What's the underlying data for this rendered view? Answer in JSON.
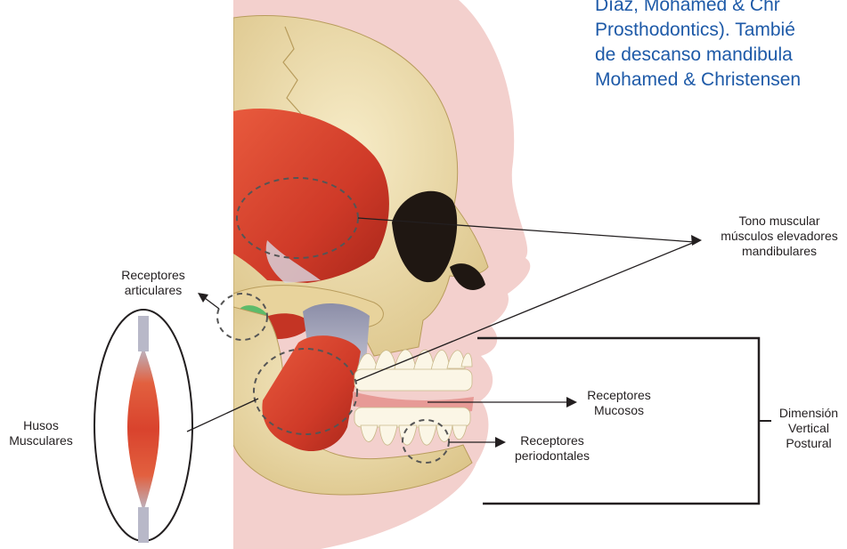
{
  "top_text": {
    "lines": [
      "Díaz, Mohamed & Chr",
      "Prosthodontics). Tambié",
      "de descanso mandibula",
      "Mohamed & Christensen"
    ]
  },
  "labels": {
    "tono": [
      "Tono muscular",
      "músculos elevadores",
      "mandibulares"
    ],
    "articulares": [
      "Receptores",
      "articulares"
    ],
    "husos": [
      "Husos",
      "Musculares"
    ],
    "mucosos": [
      "Receptores",
      "Mucosos"
    ],
    "periodontales": [
      "Receptores",
      "periodontales"
    ],
    "dimension": [
      "Dimensión",
      "Vertical",
      "Postural"
    ]
  },
  "colors": {
    "skin": "#f3d0cd",
    "bone": "#efdfb0",
    "muscle": "#d8412e",
    "tendon": "#9fa0b8",
    "line": "#231f20",
    "text_blue": "#1e5aa8"
  }
}
